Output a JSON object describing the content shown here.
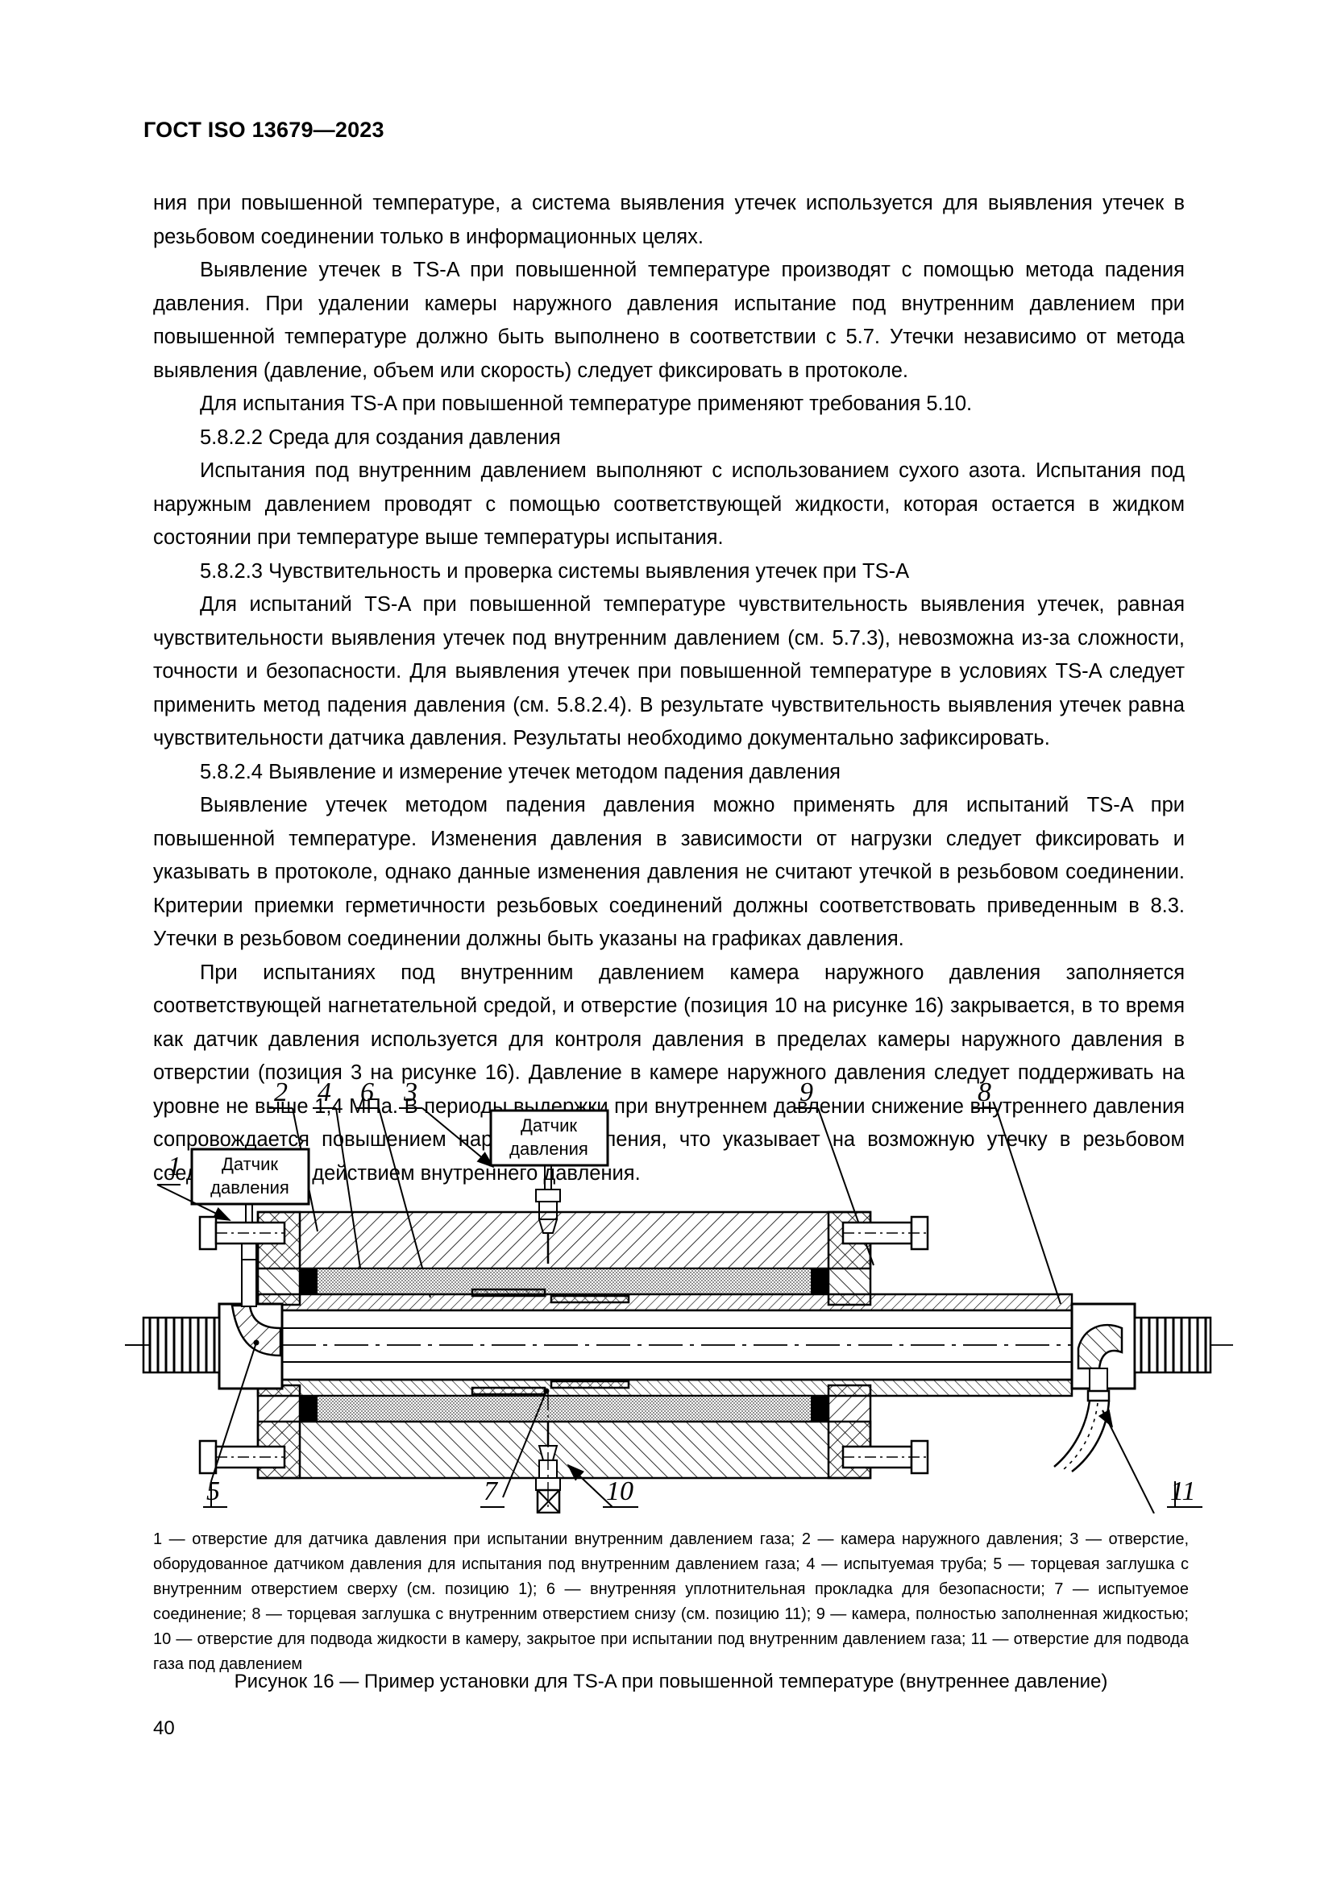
{
  "header": {
    "standard_title": "ГОСТ ISO 13679—2023"
  },
  "body": {
    "paragraphs": [
      {
        "id": "p1",
        "style": "plain",
        "text": "ния при повышенной температуре, а система выявления утечек используется для выявления утечек в резьбовом соединении только в информационных целях."
      },
      {
        "id": "p2",
        "style": "indent",
        "text": "Выявление утечек в TS-A при повышенной температуре производят с помощью метода падения давления. При удалении камеры наружного давления испытание под внутренним давлением при повышенной температуре должно быть выполнено в соответствии с 5.7. Утечки независимо от метода выявления (давление, объем или скорость) следует фиксировать в протоколе."
      },
      {
        "id": "p3",
        "style": "indent",
        "text": "Для испытания TS-A при повышенной температуре применяют требования 5.10."
      },
      {
        "id": "p4",
        "style": "clause",
        "text": "5.8.2.2  Среда для создания давления"
      },
      {
        "id": "p5",
        "style": "indent",
        "text": "Испытания под внутренним давлением выполняют с использованием сухого азота. Испытания под наружным давлением проводят с помощью соответствующей жидкости, которая остается в жидком состоянии при температуре выше температуры испытания."
      },
      {
        "id": "p6",
        "style": "clause",
        "text": "5.8.2.3  Чувствительность и проверка системы выявления утечек при TS-A"
      },
      {
        "id": "p7",
        "style": "indent",
        "text": "Для испытаний TS-A при повышенной температуре чувствительность выявления утечек, равная чувствительности выявления утечек под внутренним давлением (см. 5.7.3), невозможна из-за сложности, точности и безопасности. Для выявления утечек при повышенной температуре в условиях TS-A следует применить метод падения давления (см. 5.8.2.4). В результате чувствительность выявления утечек равна чувствительности датчика давления. Результаты необходимо документально зафиксировать."
      },
      {
        "id": "p8",
        "style": "clause",
        "text": "5.8.2.4  Выявление и измерение утечек методом падения давления"
      },
      {
        "id": "p9",
        "style": "indent",
        "text": "Выявление утечек методом падения давления можно применять для испытаний TS-A при повышенной температуре. Изменения давления в зависимости от нагрузки следует фиксировать и указывать в протоколе, однако данные изменения давления не считают утечкой в резьбовом соединении. Критерии приемки герметичности резьбовых соединений должны соответствовать приведенным в 8.3. Утечки в резьбовом соединении должны быть указаны на графиках давления."
      },
      {
        "id": "p10",
        "style": "indent",
        "text": "При испытаниях под внутренним давлением камера наружного давления заполняется соответствующей нагнетательной средой, и отверстие (позиция 10 на рисунке 16) закрывается, в то время как датчик давления используется для контроля давления в пределах камеры наружного давления в отверстии (позиция 3 на рисунке 16). Давление в камере наружного давления следует поддерживать на уровне не выше 1,4 МПа. В периоды выдержки при внутреннем давлении снижение внутреннего давления сопровождается повышением наружного давления, что указывает на возможную утечку в резьбовом соединении под действием внутреннего давления."
      }
    ]
  },
  "figure": {
    "sensor_label_top": "Датчик\nдавления",
    "sensor_label_line1": "Датчик",
    "sensor_label_line2": "давления",
    "callouts": [
      {
        "number": "1",
        "position": "left-upper"
      },
      {
        "number": "2",
        "position": "top"
      },
      {
        "number": "4",
        "position": "top"
      },
      {
        "number": "6",
        "position": "top"
      },
      {
        "number": "3",
        "position": "top"
      },
      {
        "number": "9",
        "position": "top"
      },
      {
        "number": "8",
        "position": "top-right"
      },
      {
        "number": "5",
        "position": "bottom-left"
      },
      {
        "number": "7",
        "position": "bottom"
      },
      {
        "number": "10",
        "position": "bottom"
      },
      {
        "number": "11",
        "position": "bottom-right"
      }
    ],
    "legend_segments": [
      {
        "num": "1",
        "text": " — отверстие для датчика давления при испытании внутренним давлением газа; "
      },
      {
        "num": "2",
        "text": " — камера наружного давления; "
      },
      {
        "num": "3",
        "text": " — отверстие, оборудованное датчиком давления для испытания под внутренним давлением газа; "
      },
      {
        "num": "4",
        "text": " — испытуемая труба; "
      },
      {
        "num": "5",
        "text": " — торцевая заглушка с внутренним отверстием сверху (см. позицию 1); "
      },
      {
        "num": "6",
        "text": " — внутренняя уплотнительная прокладка для безопасности; "
      },
      {
        "num": "7",
        "text": " — испытуемое соединение; "
      },
      {
        "num": "8",
        "text": " — торцевая заглушка с внутренним отверстием снизу (см. позицию 11); "
      },
      {
        "num": "9",
        "text": " — камера, полностью заполненная жидкостью; "
      },
      {
        "num": "10",
        "text": " — отверстие для подвода жидкости в камеру, закрытое при испытании под внутренним давлением газа; "
      },
      {
        "num": "11",
        "text": " — отверстие для подвода газа под давлением"
      }
    ],
    "caption": "Рисунок 16 — Пример установки для TS-A при повышенной температуре (внутреннее давление)"
  },
  "footer": {
    "page_number": "40"
  },
  "colors": {
    "text": "#000000",
    "page_background": "#ffffff",
    "line": "#000000",
    "fill_light": "#e9e9e9"
  }
}
